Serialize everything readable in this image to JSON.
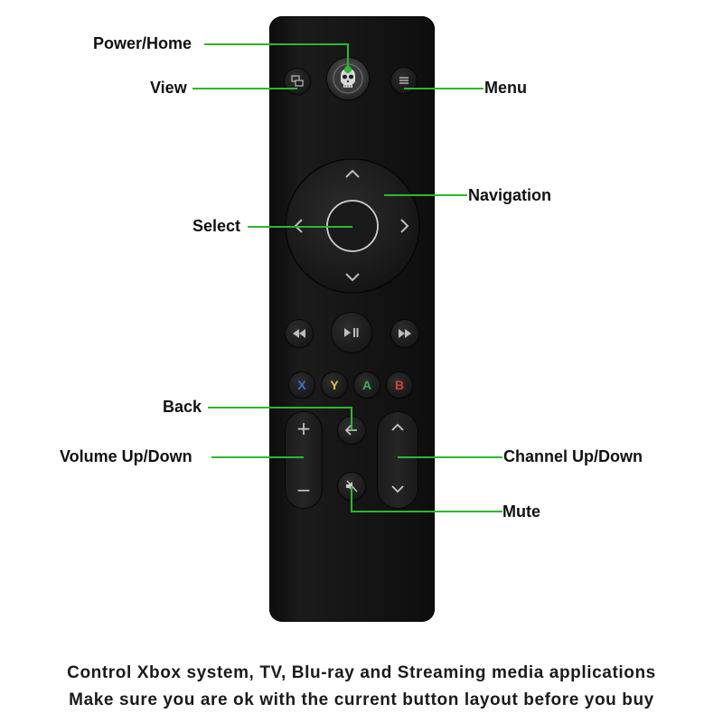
{
  "labels": {
    "power_home": "Power/Home",
    "view": "View",
    "menu": "Menu",
    "navigation": "Navigation",
    "select": "Select",
    "back": "Back",
    "volume": "Volume Up/Down",
    "channel": "Channel Up/Down",
    "mute": "Mute"
  },
  "face_buttons": {
    "x": "X",
    "y": "Y",
    "a": "A",
    "b": "B"
  },
  "face_colors": {
    "x": "#3a74c9",
    "y": "#e0c23a",
    "a": "#3fae49",
    "b": "#d0433a"
  },
  "volume_glyphs": {
    "up": "+",
    "down": "−"
  },
  "captions": {
    "line1": "Control Xbox system, TV, Blu-ray and Streaming media applications",
    "line2": "Make sure you are ok with the current button layout before you buy"
  },
  "accent_color": "#2db82d"
}
